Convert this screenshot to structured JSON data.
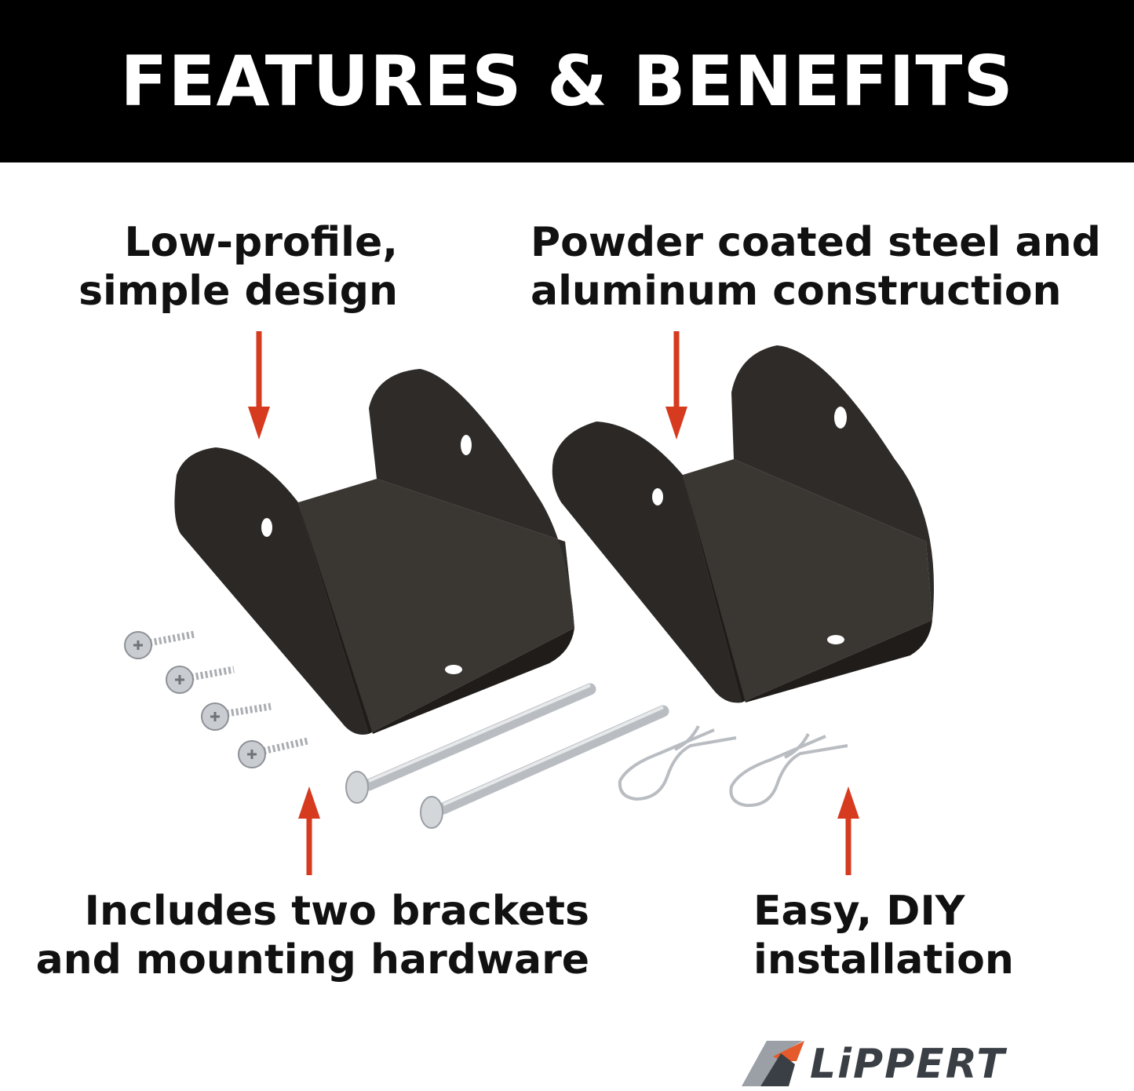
{
  "header": {
    "title": "FEATURES & BENEFITS"
  },
  "callouts": {
    "top_left": [
      "Low-profile,",
      "simple design"
    ],
    "top_right": [
      "Powder coated steel and",
      "aluminum construction"
    ],
    "bottom_left": [
      "Includes two brackets",
      "and mounting hardware"
    ],
    "bottom_right": [
      "Easy, DIY",
      "installation"
    ]
  },
  "brand": {
    "logo_text": "LiPPERT"
  },
  "colors": {
    "header_bg": "#000000",
    "arrow": "#d63a1f",
    "bracket": "#2a2724",
    "hardware": "#c9ccd0",
    "logo_orange": "#e55a2a",
    "logo_gray": "#3a3f45"
  },
  "icons": [
    "arrow-down-icon",
    "arrow-up-icon",
    "bracket-icon",
    "screw-icon",
    "clevis-pin-icon",
    "hitch-clip-icon",
    "lippert-logo-icon"
  ]
}
